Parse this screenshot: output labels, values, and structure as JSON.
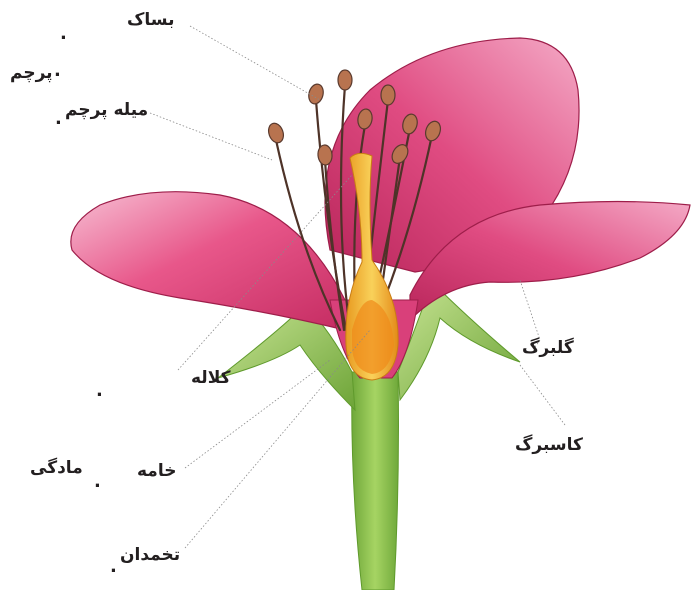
{
  "labels": {
    "anther": "بساک",
    "stamen": "پرچم",
    "filament": "میله پرچم",
    "stigma": "کلاله",
    "style": "خامه",
    "pistil": "مادگی",
    "ovary": "تخمدان",
    "petal": "گلبرگ",
    "sepal": "کاسبرگ"
  },
  "dot_char": ".",
  "colors": {
    "petal": "#e2487d",
    "petal_light": "#f6b3cc",
    "petal_edge": "#9e1e4a",
    "stem": "#8cc151",
    "stem_dark": "#5f9a2c",
    "sepal": "#9bc95a",
    "filament": "#5a3a2e",
    "anther": "#b8734f",
    "pistil": "#f2b529",
    "ovary": "#f09a1e",
    "leader": "#8a8a8a",
    "text": "#231f20"
  }
}
